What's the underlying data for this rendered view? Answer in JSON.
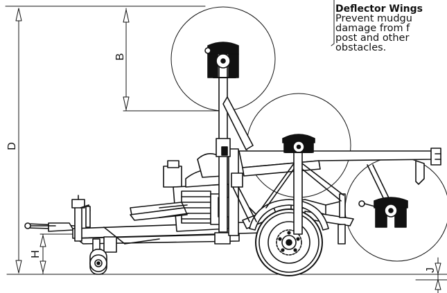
{
  "callout": {
    "title": "Deflector Wings",
    "lines": [
      "Prevent mudgu",
      "damage from f",
      "post and other",
      "obstacles."
    ]
  },
  "dimensions": {
    "b": "B",
    "d": "D",
    "h": "H",
    "j": "J"
  },
  "colors": {
    "line": "#111111",
    "fill": "#ffffff"
  }
}
